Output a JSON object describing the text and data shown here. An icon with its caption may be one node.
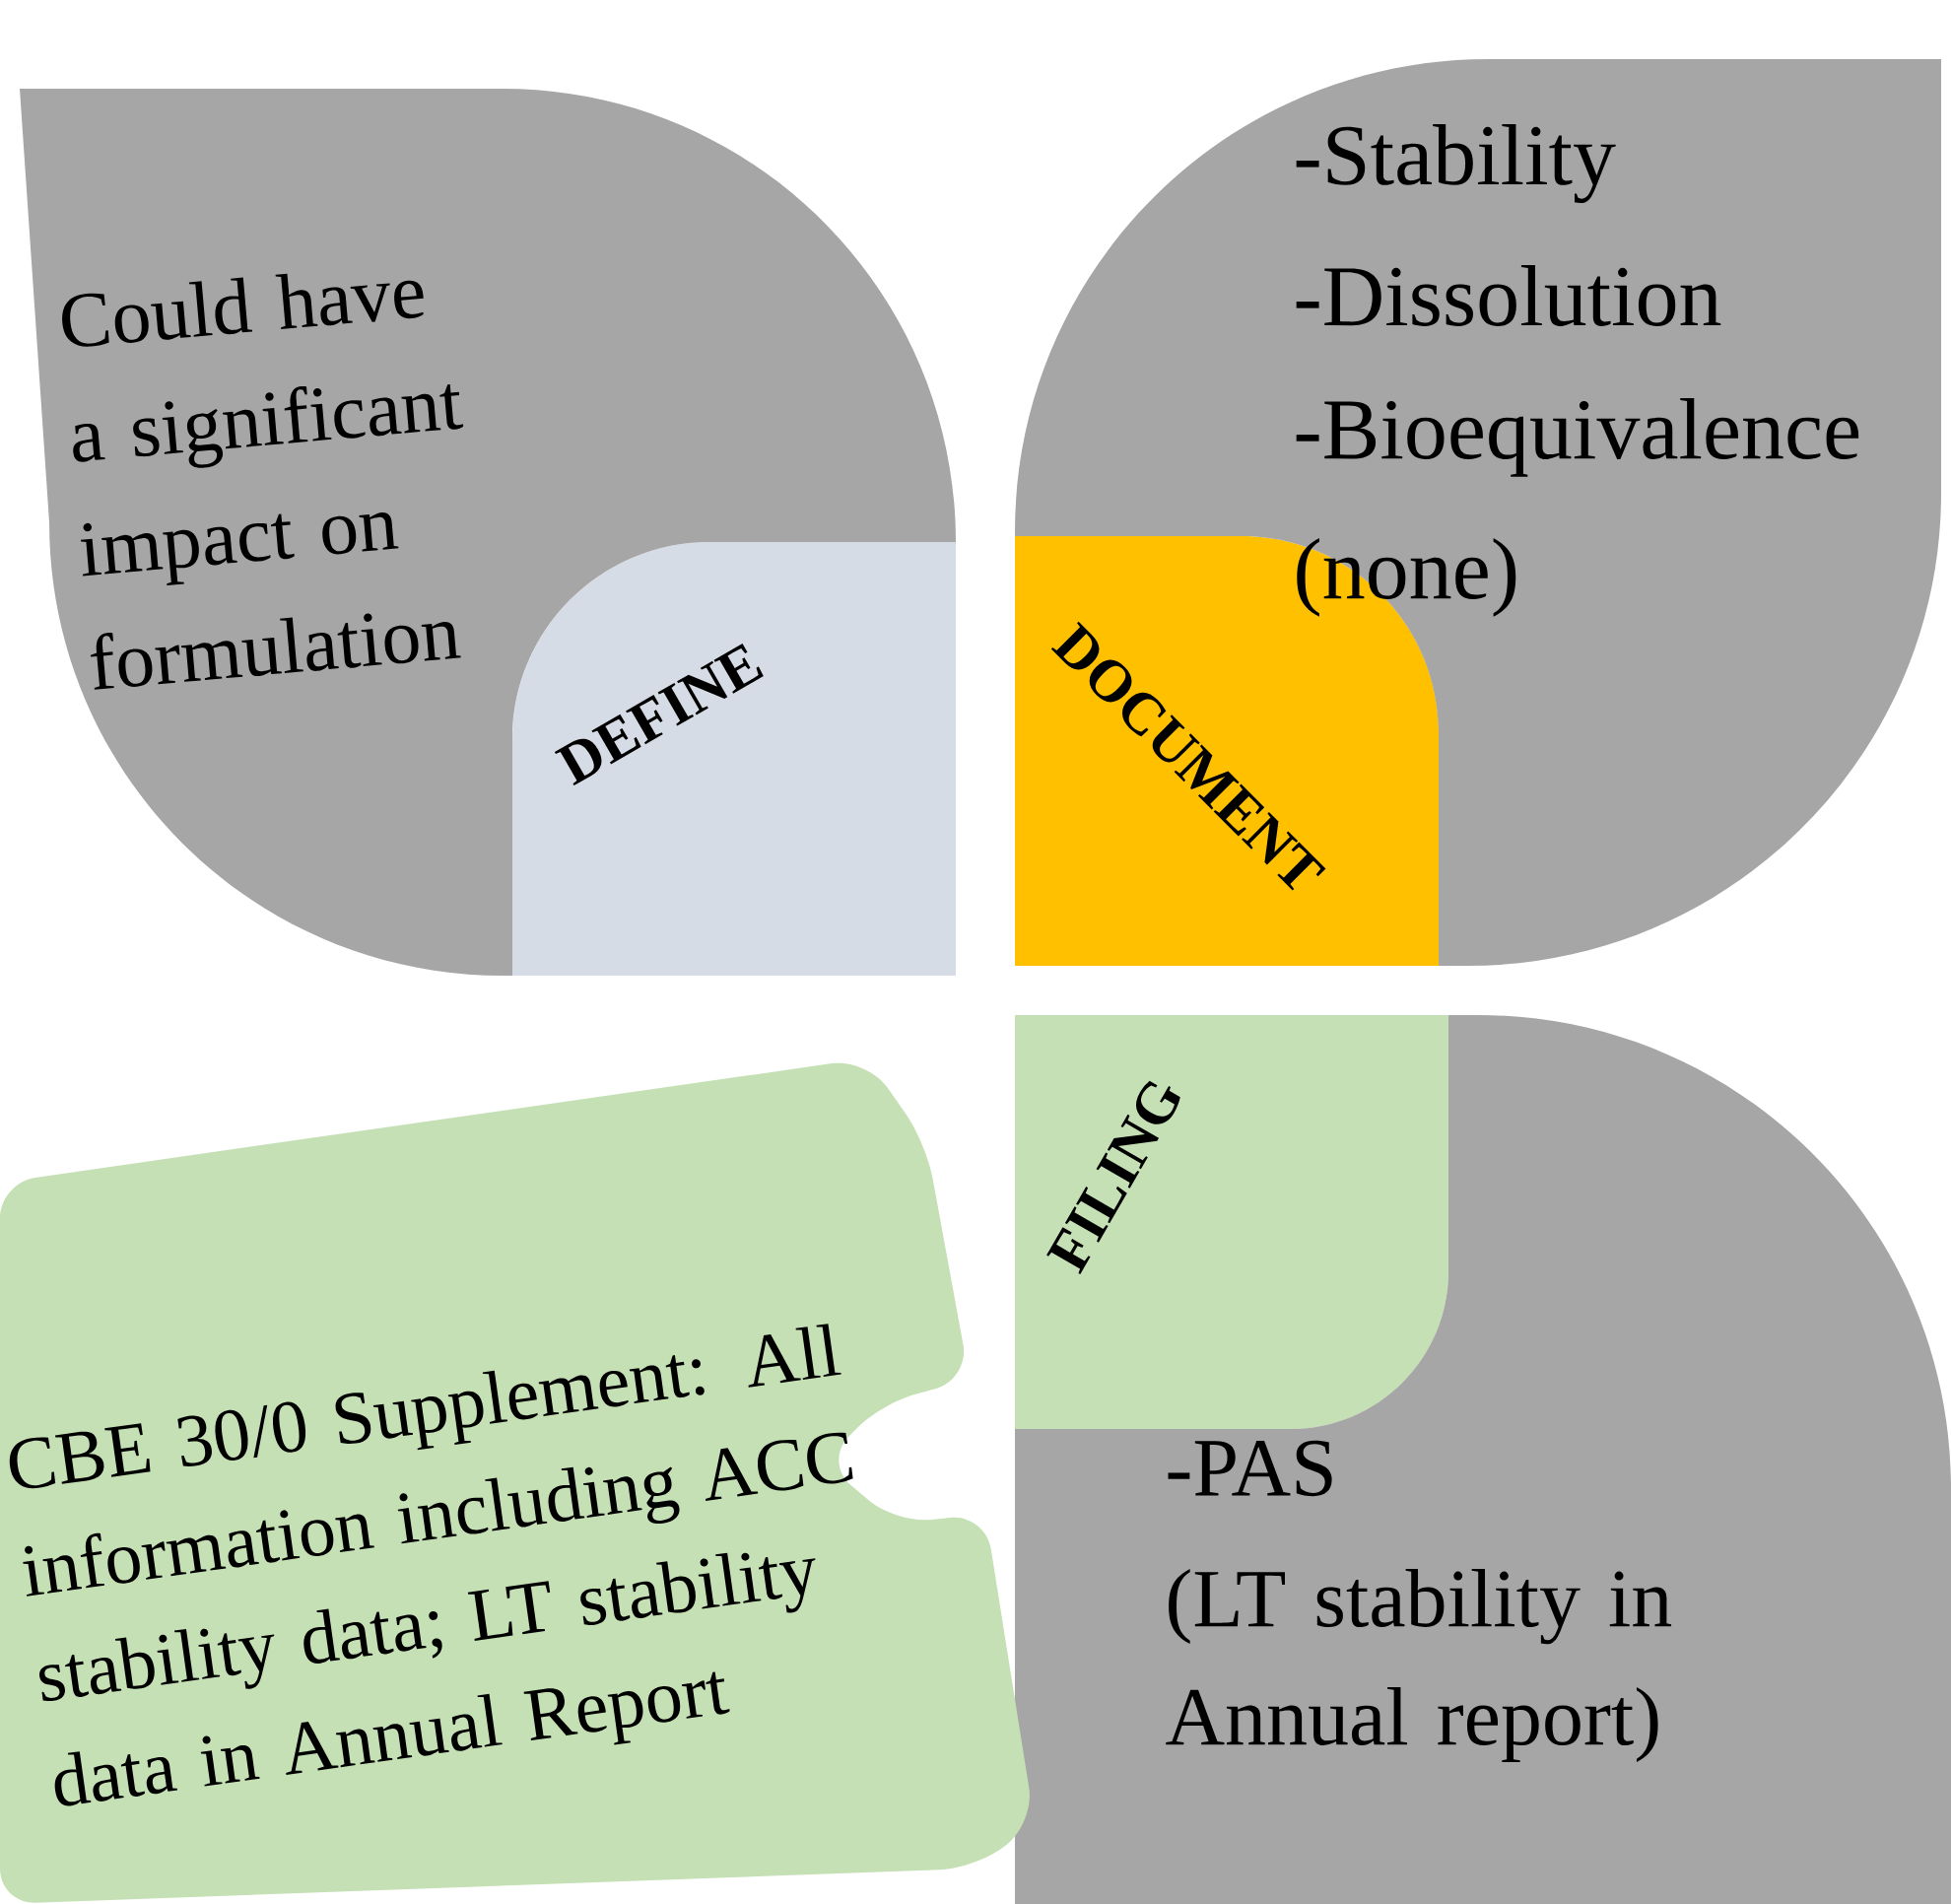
{
  "diagram": {
    "nodes": [
      {
        "text": [
          "Could have a significant impact on formulation"
        ]
      },
      {
        "text": [
          "DEFINE"
        ],
        "in": 0
      },
      {
        "text": [
          "-Stability",
          "-Dissolution",
          "-Bioequivalence",
          "(none)"
        ]
      },
      {
        "text": [
          "DOCUMENT"
        ],
        "in": 2
      },
      {
        "text": [
          "-PAS",
          "(LT stability in Annual report)"
        ]
      },
      {
        "text": [
          "FILING"
        ],
        "in": 4
      },
      {
        "text": [
          "CBE 30/0 Supplement: All information including ACC stability data; LT stability data in Annual Report"
        ]
      }
    ]
  }
}
